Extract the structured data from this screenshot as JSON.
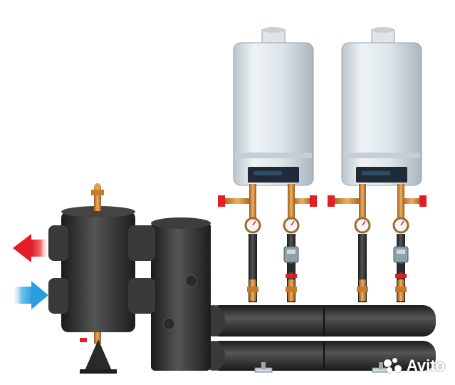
{
  "watermark": {
    "text": "Avito",
    "icon": "avito-dots-icon"
  },
  "colors": {
    "background": "#ffffff",
    "hot_arrow": "#e31c25",
    "cold_arrow": "#2a9fe0",
    "pipe_dark": "#2b2b2b",
    "pipe_light": "#4a4a4a",
    "boiler_body": "#e6ecef",
    "brass": "#d08a3a"
  },
  "components": {
    "hydraulic_separator": "hydraulic-separator",
    "collector": "distribution-manifold",
    "boilers": [
      "boiler-left",
      "boiler-right"
    ],
    "flow_arrows": [
      "supply-hot-arrow",
      "return-cold-arrow"
    ]
  }
}
